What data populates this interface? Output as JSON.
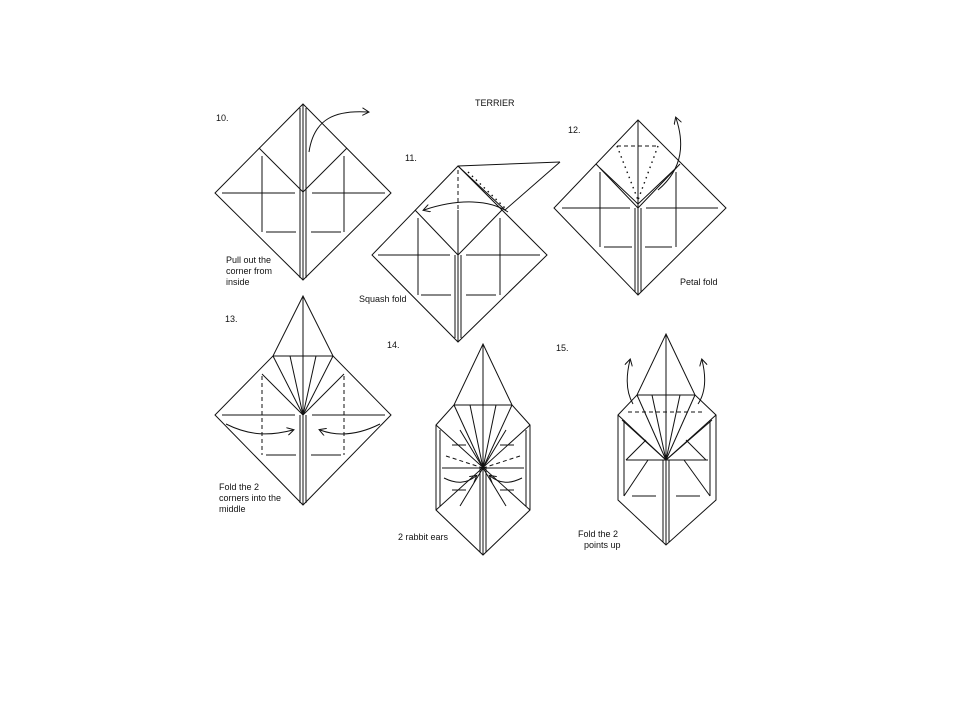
{
  "title": "TERRIER",
  "steps": [
    {
      "number": "10.",
      "caption_lines": [
        "Pull out the",
        "corner from",
        "inside"
      ]
    },
    {
      "number": "11.",
      "caption_lines": [
        "Squash fold"
      ]
    },
    {
      "number": "12.",
      "caption_lines": [
        "Petal fold"
      ]
    },
    {
      "number": "13.",
      "caption_lines": [
        "Fold the 2",
        "corners into the",
        "middle"
      ]
    },
    {
      "number": "14.",
      "caption_lines": [
        "2 rabbit ears"
      ]
    },
    {
      "number": "15.",
      "caption_lines": [
        "Fold the 2",
        "points up"
      ]
    }
  ]
}
